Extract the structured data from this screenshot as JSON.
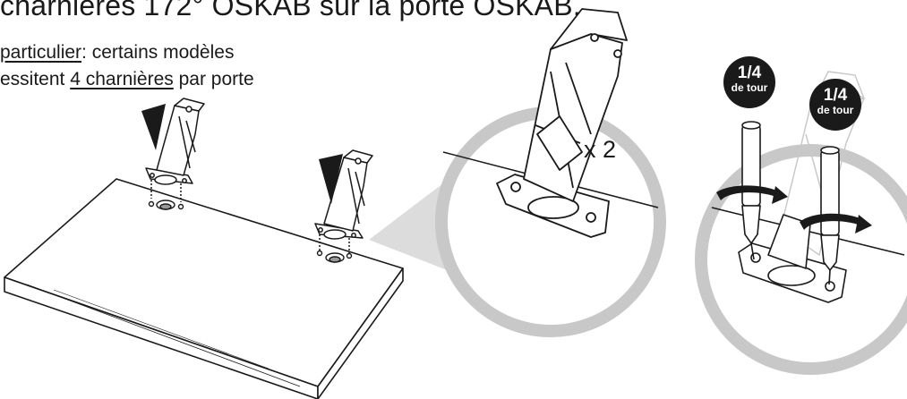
{
  "document": {
    "title": "charnières 172° OSKAB sur la porte OSKAB.",
    "note": {
      "underlined_1": "particulier",
      "text_1": ": certains modèles",
      "text_2a": "essitent ",
      "underlined_2": "4 charnières",
      "text_2b": " par porte"
    },
    "multiplier": "x 2",
    "badges": [
      {
        "fraction": "1/4",
        "unit": "de tour"
      },
      {
        "fraction": "1/4",
        "unit": "de tour"
      }
    ]
  },
  "icons": {
    "door_panel": "door-panel-illustration",
    "hinge": "hinge-icon",
    "arrow": "down-arrow-icon",
    "screwdriver": "screwdriver-icon",
    "rotation": "rotate-arrow-icon"
  },
  "colors": {
    "ink": "#1a1a1a",
    "zoom_circle": "#c8c8c8",
    "badge": "#1a1a1a"
  }
}
